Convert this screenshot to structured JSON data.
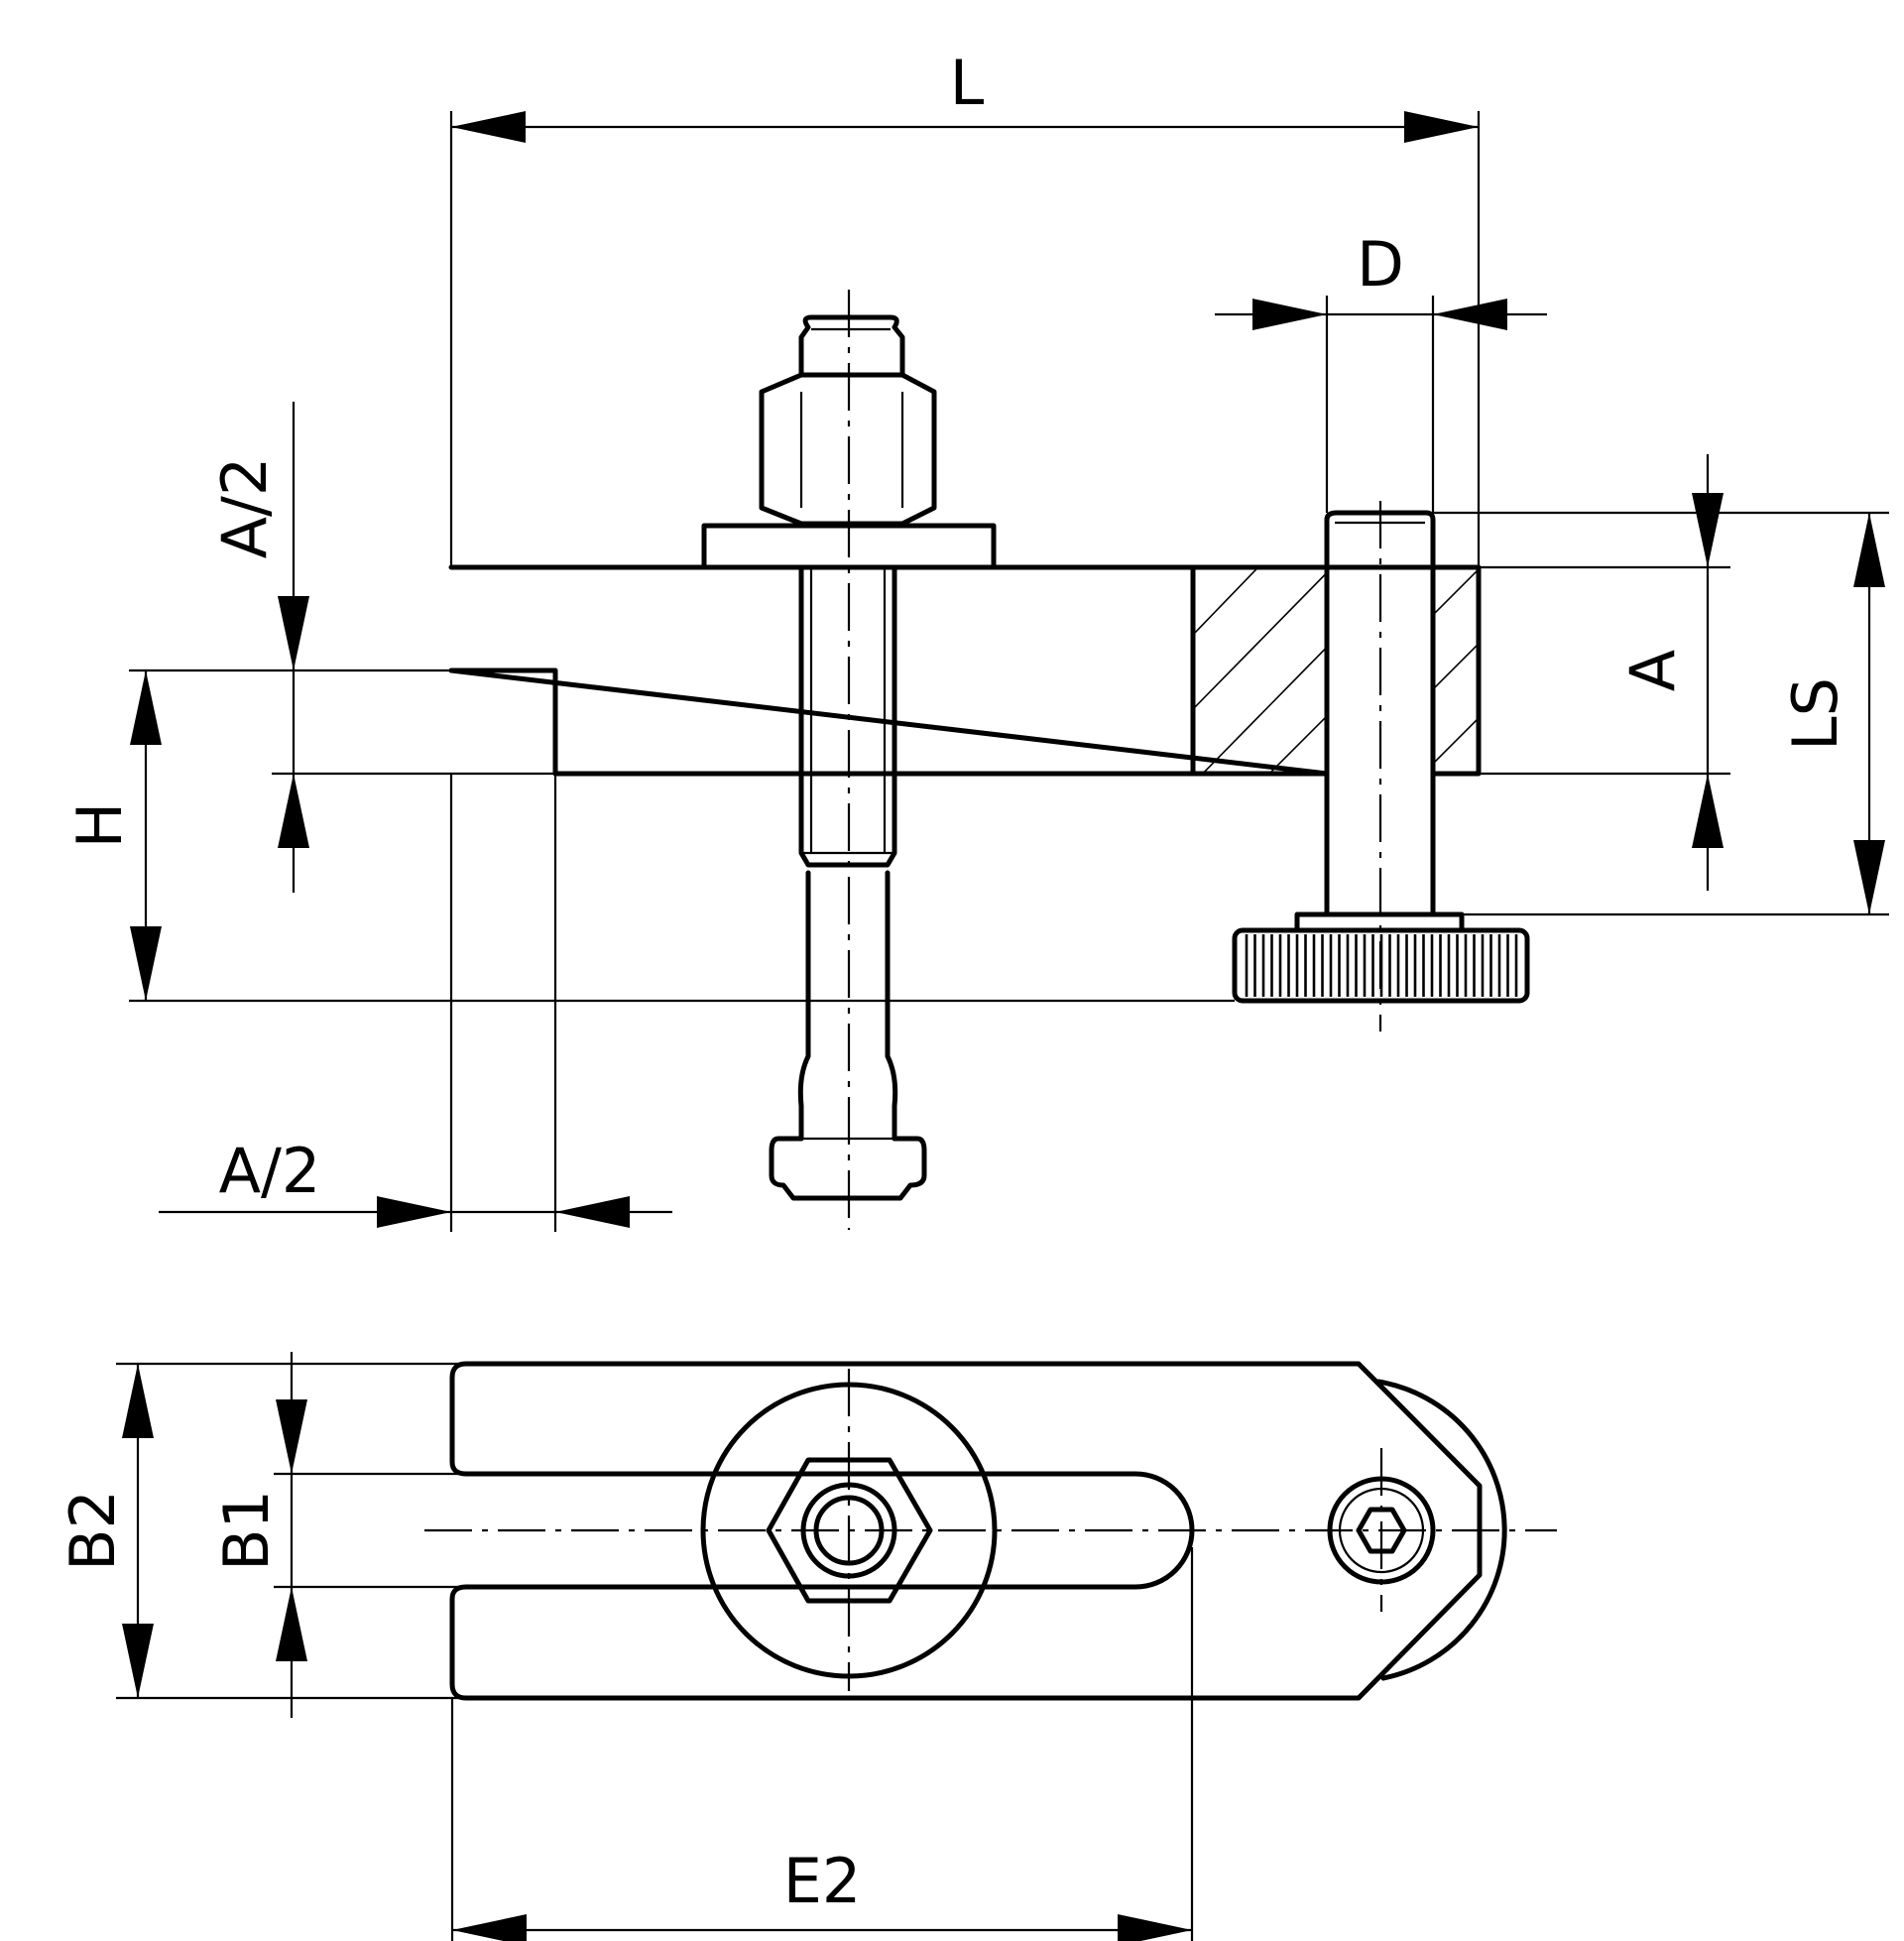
{
  "labels": {
    "L": "L",
    "D": "D",
    "A": "A",
    "LS": "LS",
    "H": "H",
    "A_half_top": "A/2",
    "A_half_bottom": "A/2",
    "B1": "B1",
    "B2": "B2",
    "E2": "E2"
  },
  "colors": {
    "line": "#000000",
    "background": "#ffffff"
  }
}
